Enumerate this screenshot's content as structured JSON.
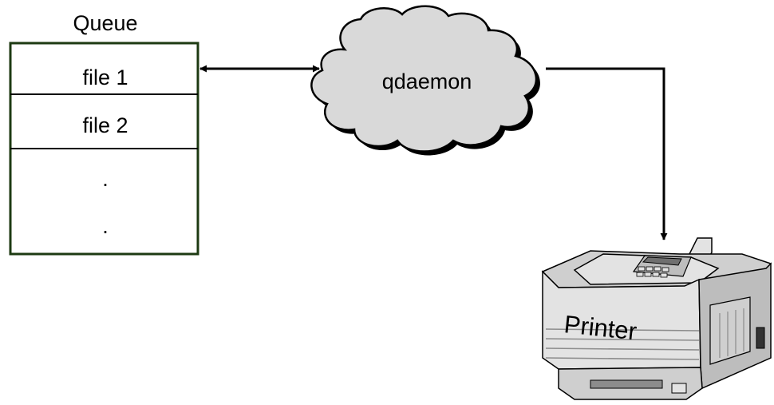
{
  "queue": {
    "title": "Queue",
    "entries": [
      "file 1",
      "file 2",
      ".",
      "."
    ]
  },
  "daemon": {
    "label": "qdaemon"
  },
  "printer": {
    "label": "Printer"
  },
  "colors": {
    "queue_border": "#1d3a12",
    "cloud_fill": "#d9d9d9",
    "printer_body": "#e3e3e3",
    "printer_shade": "#bdbdbd",
    "printer_dark": "#8c8c8c",
    "line": "#000000"
  }
}
